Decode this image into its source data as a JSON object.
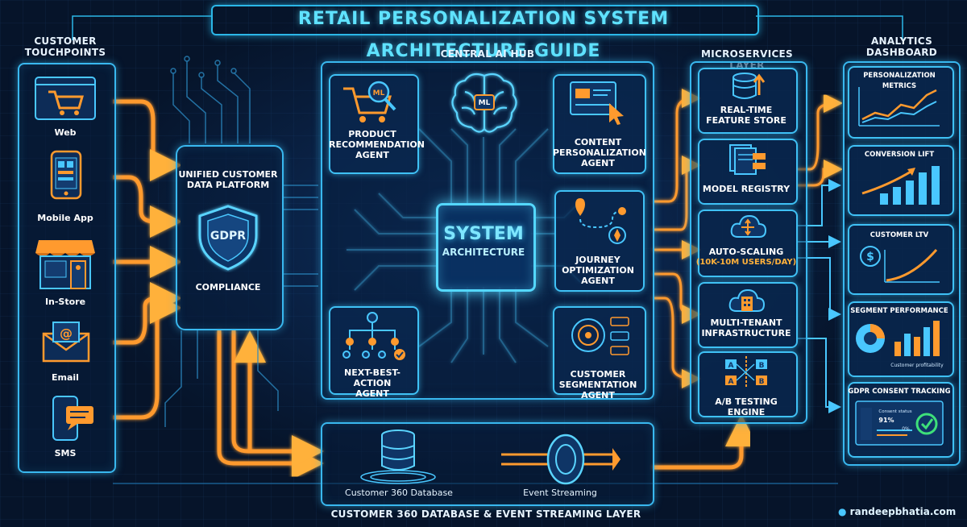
{
  "title": "RETAIL PERSONALIZATION SYSTEM ARCHITECTURE GUIDE",
  "touchpoints": {
    "header": [
      "CUSTOMER",
      "TOUCHPOINTS"
    ],
    "items": [
      {
        "label": "Web",
        "icon": "shopping-cart-browser-icon"
      },
      {
        "label": "Mobile App",
        "icon": "smartphone-icon"
      },
      {
        "label": "In-Store",
        "icon": "storefront-icon"
      },
      {
        "label": "Email",
        "icon": "envelope-icon"
      },
      {
        "label": "SMS",
        "icon": "phone-message-icon"
      }
    ]
  },
  "cdp": {
    "title": [
      "UNIFIED CUSTOMER",
      "DATA PLATFORM"
    ],
    "shield_text": "GDPR",
    "compliance": "COMPLIANCE"
  },
  "hub": {
    "header": "CENTRAL AI HUB",
    "core": [
      "SYSTEM",
      "ARCHITECTURE"
    ],
    "agents": {
      "product": [
        "PRODUCT",
        "RECOMMENDATION",
        "AGENT"
      ],
      "content": [
        "CONTENT",
        "PERSONALIZATION",
        "AGENT"
      ],
      "journey": [
        "JOURNEY",
        "OPTIMIZATION",
        "AGENT"
      ],
      "nba": [
        "NEXT-BEST-ACTION",
        "AGENT"
      ],
      "segmentation": [
        "CUSTOMER",
        "SEGMENTATION AGENT"
      ]
    },
    "ml_badge": "ML"
  },
  "micro": {
    "header": "MICROSERVICES LAYER",
    "items": {
      "feature": [
        "REAL-TIME",
        "FEATURE STORE"
      ],
      "registry": [
        "MODEL REGISTRY"
      ],
      "autoscale": [
        "AUTO-SCALING"
      ],
      "autoscale_sub": "(10K-10M USERS/DAY)",
      "tenant": [
        "MULTI-TENANT",
        "INFRASTRUCTURE"
      ],
      "ab": [
        "A/B TESTING ENGINE"
      ]
    }
  },
  "analytics": {
    "header": [
      "ANALYTICS",
      "DASHBOARD"
    ],
    "items": [
      {
        "label": "PERSONALIZATION METRICS"
      },
      {
        "label": "CONVERSION LIFT"
      },
      {
        "label": "CUSTOMER LTV"
      },
      {
        "label": "SEGMENT PERFORMANCE",
        "caption": "Customer profitability"
      },
      {
        "label": "GDPR CONSENT TRACKING",
        "caption": "Consent status",
        "pct1": "91%",
        "pct2": "0%"
      }
    ]
  },
  "data_layer": {
    "db_label": "Customer 360 Database",
    "stream_label": "Event Streaming",
    "footer": "CUSTOMER 360 DATABASE & EVENT STREAMING LAYER"
  },
  "website": "randeepbhatia.com",
  "colors": {
    "accent": "#39b8ef",
    "flow": "#ff9a2e",
    "background": "#06142a",
    "title": "#5fe2ff"
  }
}
